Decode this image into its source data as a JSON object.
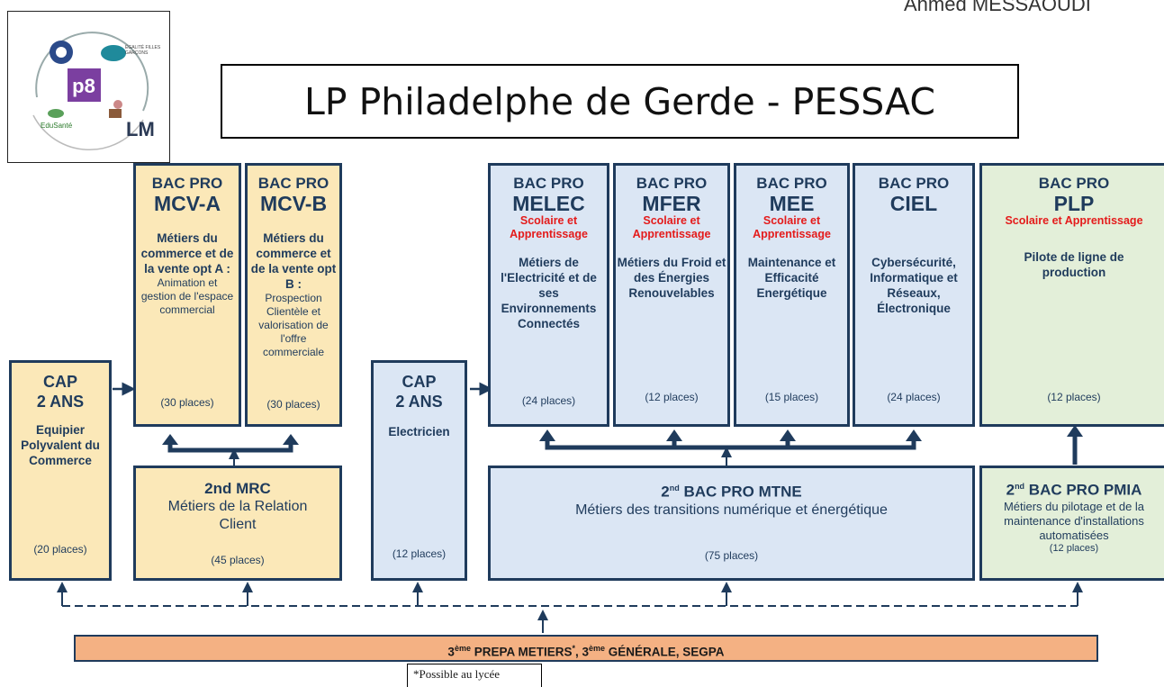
{
  "author": "Ahmed MESSAOUDI",
  "header": {
    "title": "LP Philadelphe de Gerde - PESSAC"
  },
  "logo": {
    "text": "LM",
    "small_text": "EduSanté",
    "badge_text": "ÉGALITÉ FILLES GARÇONS"
  },
  "bac_mcva": {
    "bacpro": "BAC PRO",
    "code": "MCV-A",
    "title": "Métiers du commerce et de la vente opt A :",
    "desc": "Animation et gestion de l'espace commercial",
    "places": "(30 places)"
  },
  "bac_mcvb": {
    "bacpro": "BAC PRO",
    "code": "MCV-B",
    "title": "Métiers du commerce et de la vente opt B :",
    "desc": "Prospection Clientèle et valorisation de l'offre commerciale",
    "places": "(30 places)"
  },
  "bac_melec": {
    "bacpro": "BAC PRO",
    "code": "MELEC",
    "mode": "Scolaire et Apprentissage",
    "title": "Métiers de l'Electricité et de ses Environnements Connectés",
    "places": "(24 places)"
  },
  "bac_mfer": {
    "bacpro": "BAC PRO",
    "code": "MFER",
    "mode": "Scolaire et Apprentissage",
    "title": "Métiers du Froid et des Énergies Renouvelables",
    "places": "(12 places)"
  },
  "bac_mee": {
    "bacpro": "BAC PRO",
    "code": "MEE",
    "mode": "Scolaire et Apprentissage",
    "title": "Maintenance et Efficacité Energétique",
    "places": "(15 places)"
  },
  "bac_ciel": {
    "bacpro": "BAC PRO",
    "code": "CIEL",
    "title": "Cybersécurité, Informatique et Réseaux, Électronique",
    "places": "(24 places)"
  },
  "bac_plp": {
    "bacpro": "BAC PRO",
    "code": "PLP",
    "mode": "Scolaire et Apprentissage",
    "title": "Pilote de ligne de production",
    "places": "(12 places)"
  },
  "cap1": {
    "title": "CAP",
    "years": "2 ANS",
    "desc": "Equipier Polyvalent du Commerce",
    "places": "(20 places)"
  },
  "cap2": {
    "title": "CAP",
    "years": "2 ANS",
    "desc": "Electricien",
    "places": "(12 places)"
  },
  "mrc": {
    "title": "2nd MRC",
    "desc": "Métiers de la Relation Client",
    "places": "(45 places)"
  },
  "mtne": {
    "title_num": "2",
    "title_sup": "nd",
    "title_rest": " BAC PRO MTNE",
    "desc": "Métiers des transitions numérique et énergétique",
    "places": "(75 places)"
  },
  "pmia": {
    "title_num": "2",
    "title_sup": "nd",
    "title_rest": " BAC PRO PMIA",
    "desc": "Métiers du pilotage et de la maintenance d'installations automatisées",
    "places": "(12 places)"
  },
  "bottom": {
    "n1": "3",
    "sup": "ème",
    "t1": " PREPA METIERS",
    "star": "*",
    "t2": ",  ",
    "n2": "3",
    "t3": " GÉNÉRALE,  SEGPA"
  },
  "note": "*Possible  au lycée",
  "colors": {
    "navy": "#1f3b5c",
    "yellow": "#fbe8b8",
    "blue": "#dbe6f4",
    "green": "#e3efd9",
    "orange": "#f4b183",
    "red": "#e41b1b"
  }
}
